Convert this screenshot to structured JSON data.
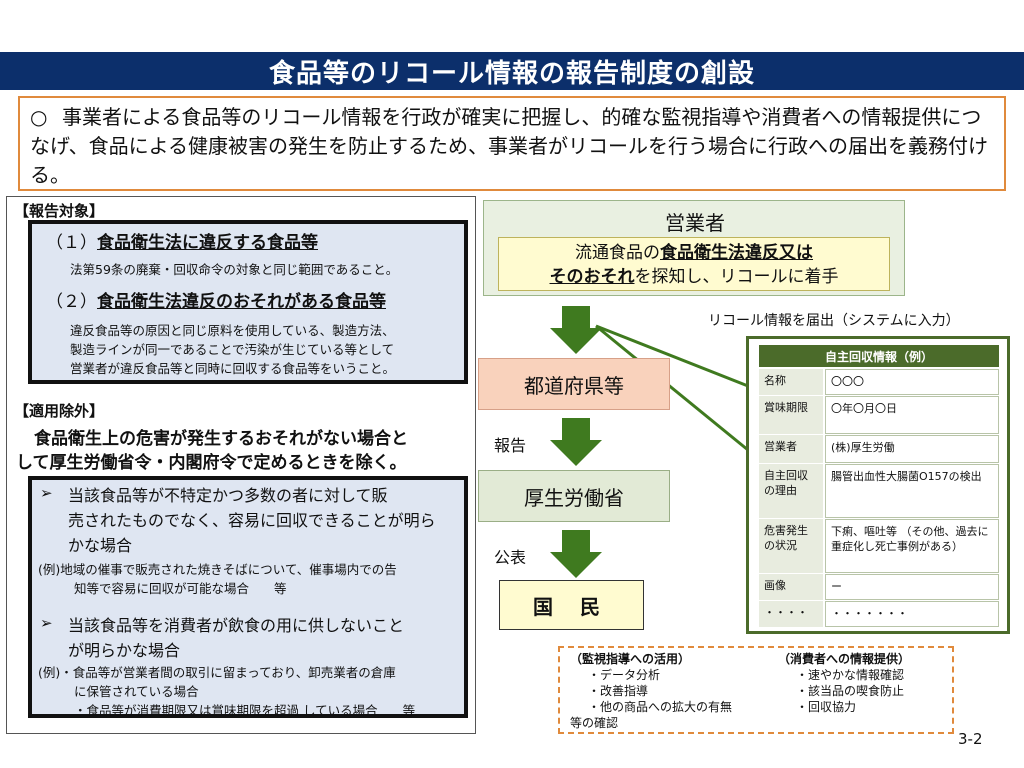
{
  "title": "食品等のリコール情報の報告制度の創設",
  "intro": {
    "bullet": "○",
    "text": "事業者による食品等のリコール情報を行政が確実に把握し、的確な監視指導や消費者への情報提供につなげ、食品による健康被害の発生を防止するため、事業者がリコールを行う場合に行政への届出を義務付ける。"
  },
  "report_target": {
    "label": "【報告対象】",
    "item1_num": "（１）",
    "item1_heading": "食品衛生法に違反する食品等",
    "item1_desc": "法第59条の廃棄・回収命令の対象と同じ範囲であること。",
    "item2_num": "（２）",
    "item2_heading": "食品衛生法違反のおそれがある食品等",
    "item2_desc": [
      "違反食品等の原因と同じ原料を使用している、製造方法、",
      "製造ラインが同一であることで汚染が生じている等として",
      "営業者が違反食品等と同時に回収する食品等をいうこと。"
    ]
  },
  "exclusion": {
    "label": "【適用除外】",
    "lead_line1": "食品衛生上の危害が発生するおそれがない場合と",
    "lead_line2": "して厚生労働省令・内閣府令で定めるときを除く。",
    "bullet_mark": "➢",
    "case1_lines": [
      "当該食品等が不特定かつ多数の者に対して販",
      "売されたものでなく、容易に回収できることが明ら",
      "かな場合"
    ],
    "example1_lines": [
      "(例)地域の催事で販売された焼きそばについて、催事場内での告",
      "知等で容易に回収が可能な場合　　等"
    ],
    "case2_lines": [
      "当該食品等を消費者が飲食の用に供しないこと",
      "が明らかな場合"
    ],
    "example2_lines": [
      "(例)・食品等が営業者間の取引に留まっており、卸売業者の倉庫",
      "に保管されている場合",
      "・食品等が消費期限又は賞味期限を超過 している場合　　等"
    ]
  },
  "flow": {
    "business": "営業者",
    "business_desc_pre": "流通食品の",
    "business_desc_u1": "食品衛生法違反又は",
    "business_desc_u2": "そのおそれ",
    "business_desc_post": "を探知し、リコールに着手",
    "prefecture": "都道府県等",
    "report_label": "報告",
    "ministry": "厚生労働省",
    "publish_label": "公表",
    "citizens": "国 民"
  },
  "recall_info": {
    "caption": "リコール情報を届出（システムに入力）",
    "header": "自主回収情報（例）",
    "rows": [
      {
        "key": "名称",
        "value": "〇〇〇"
      },
      {
        "key": "賞味期限",
        "value": "〇年〇月〇日"
      },
      {
        "key": "営業者",
        "value": "(株)厚生労働"
      },
      {
        "key": "自主回収の理由",
        "value": "腸管出血性大腸菌O157の検出"
      },
      {
        "key": "危害発生の状況",
        "value": "下痢、嘔吐等 （その他、過去に重症化し死亡事例がある）"
      },
      {
        "key": "画像",
        "value": "ー"
      },
      {
        "key": "・・・・",
        "value": "・・・・・・・"
      }
    ]
  },
  "usage": {
    "left_title": "（監視指導への活用）",
    "left_items": [
      "・データ分析",
      "・改善指導",
      "・他の商品への拡大の有無",
      "等の確認"
    ],
    "right_title": "（消費者への情報提供）",
    "right_items": [
      "・速やかな情報確認",
      "・該当品の喫食防止",
      "・回収協力"
    ]
  },
  "page_number": "3-2",
  "colors": {
    "title_bg": "#0c2f6b",
    "accent_orange": "#e08a3c",
    "arrow_green": "#3f7a1f",
    "panel_green": "#4b6b2a"
  }
}
